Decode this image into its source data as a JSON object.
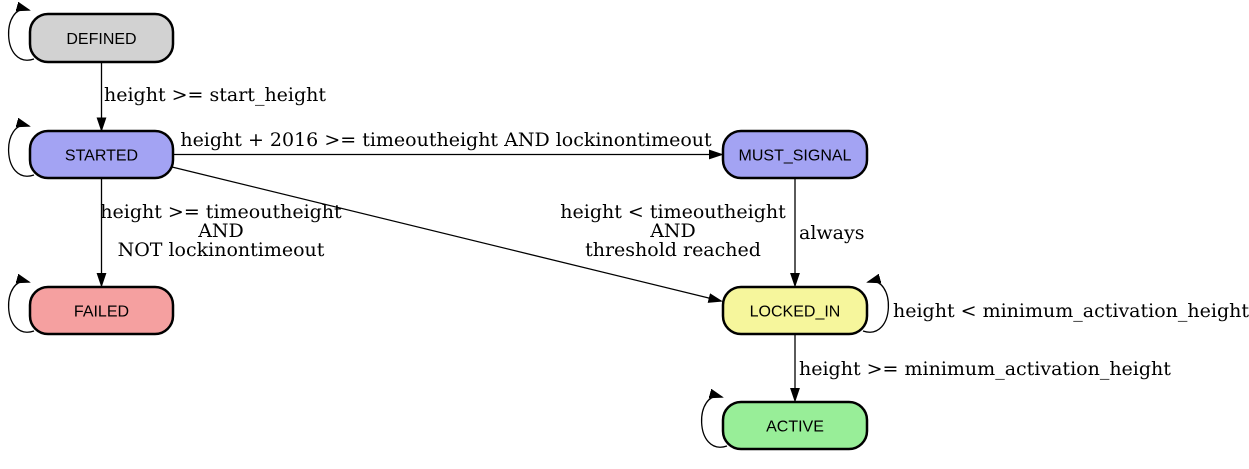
{
  "diagram": {
    "type": "state-machine",
    "colors": {
      "background": "#ffffff",
      "node_stroke": "#000000",
      "edge_stroke": "#000000",
      "label_text": "#000000"
    },
    "nodes": {
      "defined": {
        "label": "DEFINED",
        "fill": "#d2d2d2"
      },
      "started": {
        "label": "STARTED",
        "fill": "#a3a3f3"
      },
      "must_signal": {
        "label": "MUST_SIGNAL",
        "fill": "#a3a3f3"
      },
      "failed": {
        "label": "FAILED",
        "fill": "#f5a0a0"
      },
      "locked_in": {
        "label": "LOCKED_IN",
        "fill": "#f6f69c"
      },
      "active": {
        "label": "ACTIVE",
        "fill": "#98ee98"
      }
    },
    "edges": {
      "defined_to_started": {
        "label": "height >= start_height"
      },
      "started_to_must_signal": {
        "label": "height + 2016 >= timeoutheight AND lockinontimeout"
      },
      "started_to_failed": {
        "lines": [
          "height >= timeoutheight",
          "AND",
          "NOT lockinontimeout"
        ]
      },
      "started_to_locked_in": {
        "lines": [
          "height < timeoutheight",
          "AND",
          "threshold reached"
        ]
      },
      "must_signal_to_locked_in": {
        "label": "always"
      },
      "locked_in_self_loop": {
        "label": "height < minimum_activation_height"
      },
      "locked_in_to_active": {
        "label": "height >= minimum_activation_height"
      }
    }
  }
}
